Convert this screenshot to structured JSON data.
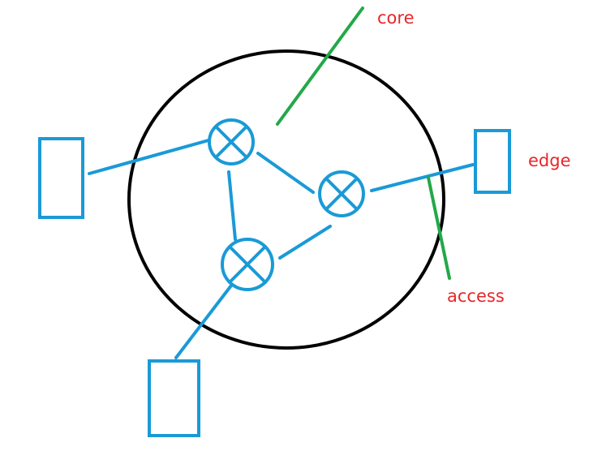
{
  "colors": {
    "boundary": "#000000",
    "network": "#1a9ad6",
    "pointer": "#23a849",
    "label": "#e8262a",
    "background": "#ffffff"
  },
  "labels": {
    "core": "core",
    "edge": "edge",
    "access": "access"
  }
}
